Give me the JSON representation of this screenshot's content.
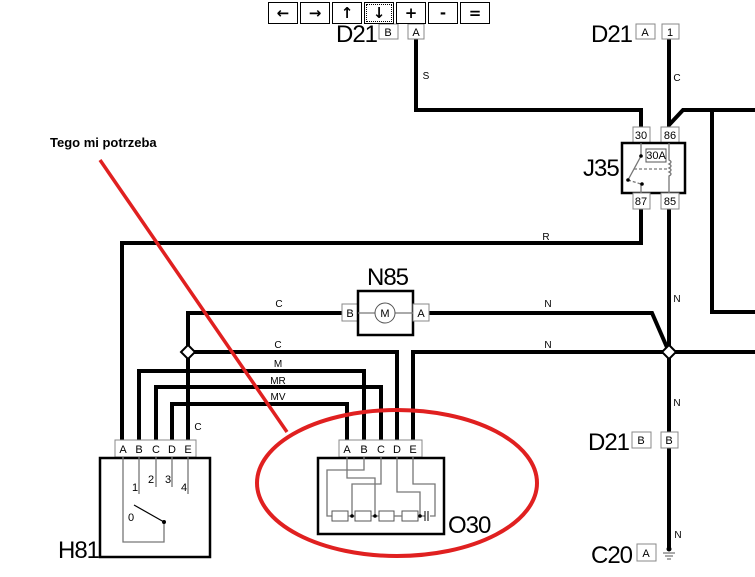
{
  "toolbar": {
    "buttons": [
      {
        "label": "←",
        "name": "pan-left"
      },
      {
        "label": "→",
        "name": "pan-right"
      },
      {
        "label": "↑",
        "name": "pan-up"
      },
      {
        "label": "↓",
        "name": "pan-down"
      },
      {
        "label": "+",
        "name": "zoom-in"
      },
      {
        "label": "-",
        "name": "zoom-out"
      },
      {
        "label": "=",
        "name": "zoom-reset"
      }
    ]
  },
  "annotation": {
    "text": "Tego mi potrzeba",
    "color": "#e02020"
  },
  "connectors": {
    "d21_top_left": {
      "name": "D21",
      "pin1": "B",
      "pin2": "A"
    },
    "d21_top_right": {
      "name": "D21",
      "pin1": "A",
      "pin2": "1"
    },
    "d21_bottom": {
      "name": "D21",
      "pin1": "B",
      "pin2": "B"
    },
    "c20": {
      "name": "C20",
      "pin": "A"
    }
  },
  "components": {
    "j35": {
      "name": "J35",
      "fuse": "30A",
      "pins": [
        "30",
        "86",
        "87",
        "85"
      ]
    },
    "n85": {
      "name": "N85",
      "motor": "M",
      "pin_left": "B",
      "pin_right": "A"
    },
    "h81": {
      "name": "H81",
      "pins": [
        "A",
        "B",
        "C",
        "D",
        "E"
      ],
      "positions": [
        "0",
        "1",
        "2",
        "3",
        "4"
      ]
    },
    "o30": {
      "name": "O30",
      "pins": [
        "A",
        "B",
        "C",
        "D",
        "E"
      ]
    }
  },
  "wires": {
    "s": "S",
    "c_top": "C",
    "r": "R",
    "c_motor": "C",
    "n_motor": "N",
    "c_mid": "C",
    "n_mid": "N",
    "m": "M",
    "mr": "MR",
    "mv": "MV",
    "c_h81": "C",
    "n1": "N",
    "n2": "N",
    "n3": "N"
  }
}
